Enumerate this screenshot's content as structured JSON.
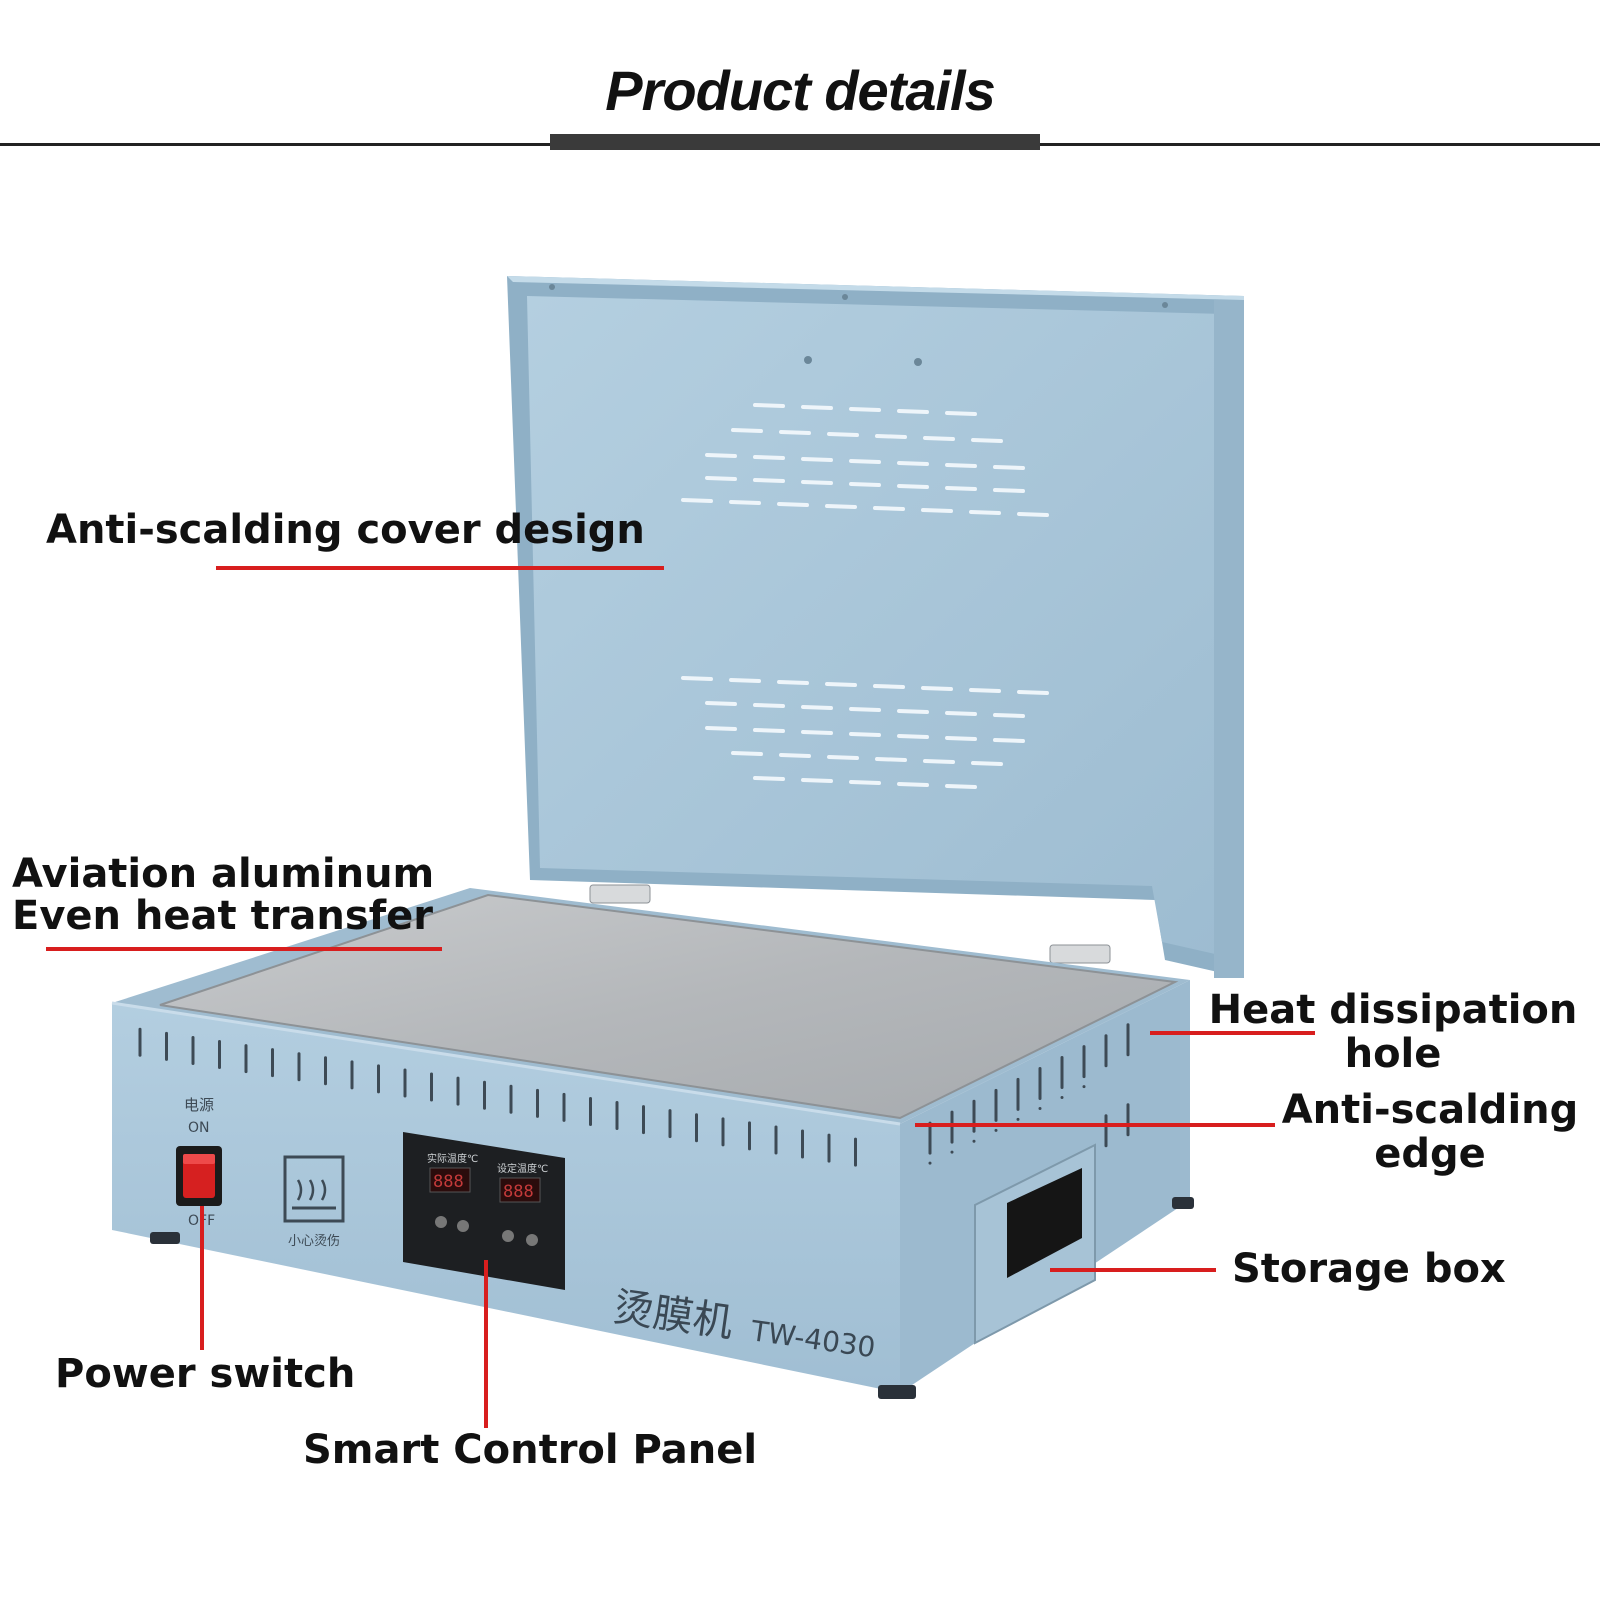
{
  "header": {
    "title": "Product details"
  },
  "callouts": {
    "cover": "Anti-scalding cover design",
    "aluminum_line1": "Aviation aluminum",
    "aluminum_line2": "Even heat transfer",
    "heat_line1": "Heat dissipation",
    "heat_line2": "hole",
    "edge_line1": "Anti-scalding",
    "edge_line2": "edge",
    "storage": "Storage box",
    "power": "Power switch",
    "panel": "Smart Control Panel"
  },
  "machine": {
    "power_cn": "电源",
    "power_on": "ON",
    "power_off": "OFF",
    "warning_cn": "小心烫伤",
    "name_cn": "烫膜机",
    "model": "TW-4030",
    "display_label_1": "实际温度℃",
    "display_label_2": "设定温度℃",
    "display_value_1": "888",
    "display_value_2": "888"
  },
  "colors": {
    "body": "#a9c6da",
    "lid": "#a4c2d6",
    "plate": "#b9bcbf",
    "callout_line": "#d81e1e",
    "switch": "#d62020"
  }
}
